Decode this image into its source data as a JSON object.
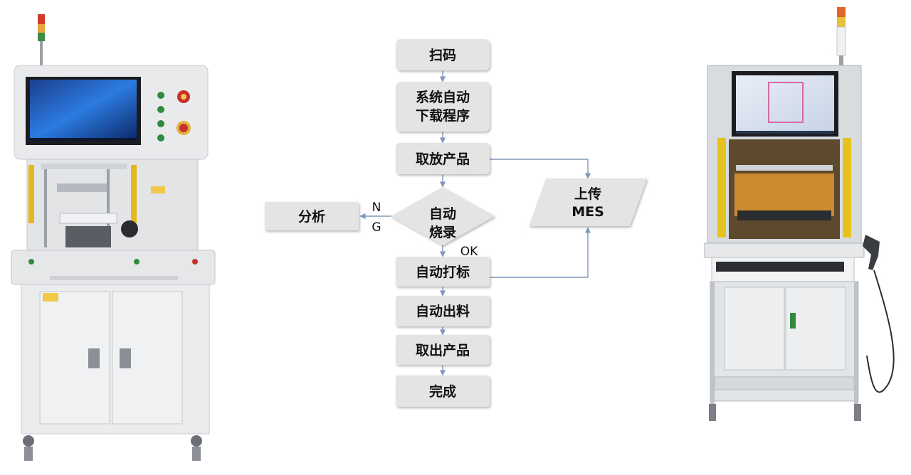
{
  "flowchart": {
    "steps": {
      "scan": "扫码",
      "download_line1": "系统自动",
      "download_line2": "下载程序",
      "pick_place": "取放产品",
      "burn_line1": "自动",
      "burn_line2": "烧录",
      "mark": "自动打标",
      "discharge": "自动出料",
      "take_out": "取出产品",
      "done": "完成",
      "analyze": "分析",
      "upload_line1": "上传",
      "upload_line2": "MES"
    },
    "labels": {
      "ng_n": "N",
      "ng_g": "G",
      "ok": "OK"
    }
  },
  "colors": {
    "box_fill": "#e4e4e4",
    "arrow": "#7f97b8",
    "text": "#111111"
  }
}
